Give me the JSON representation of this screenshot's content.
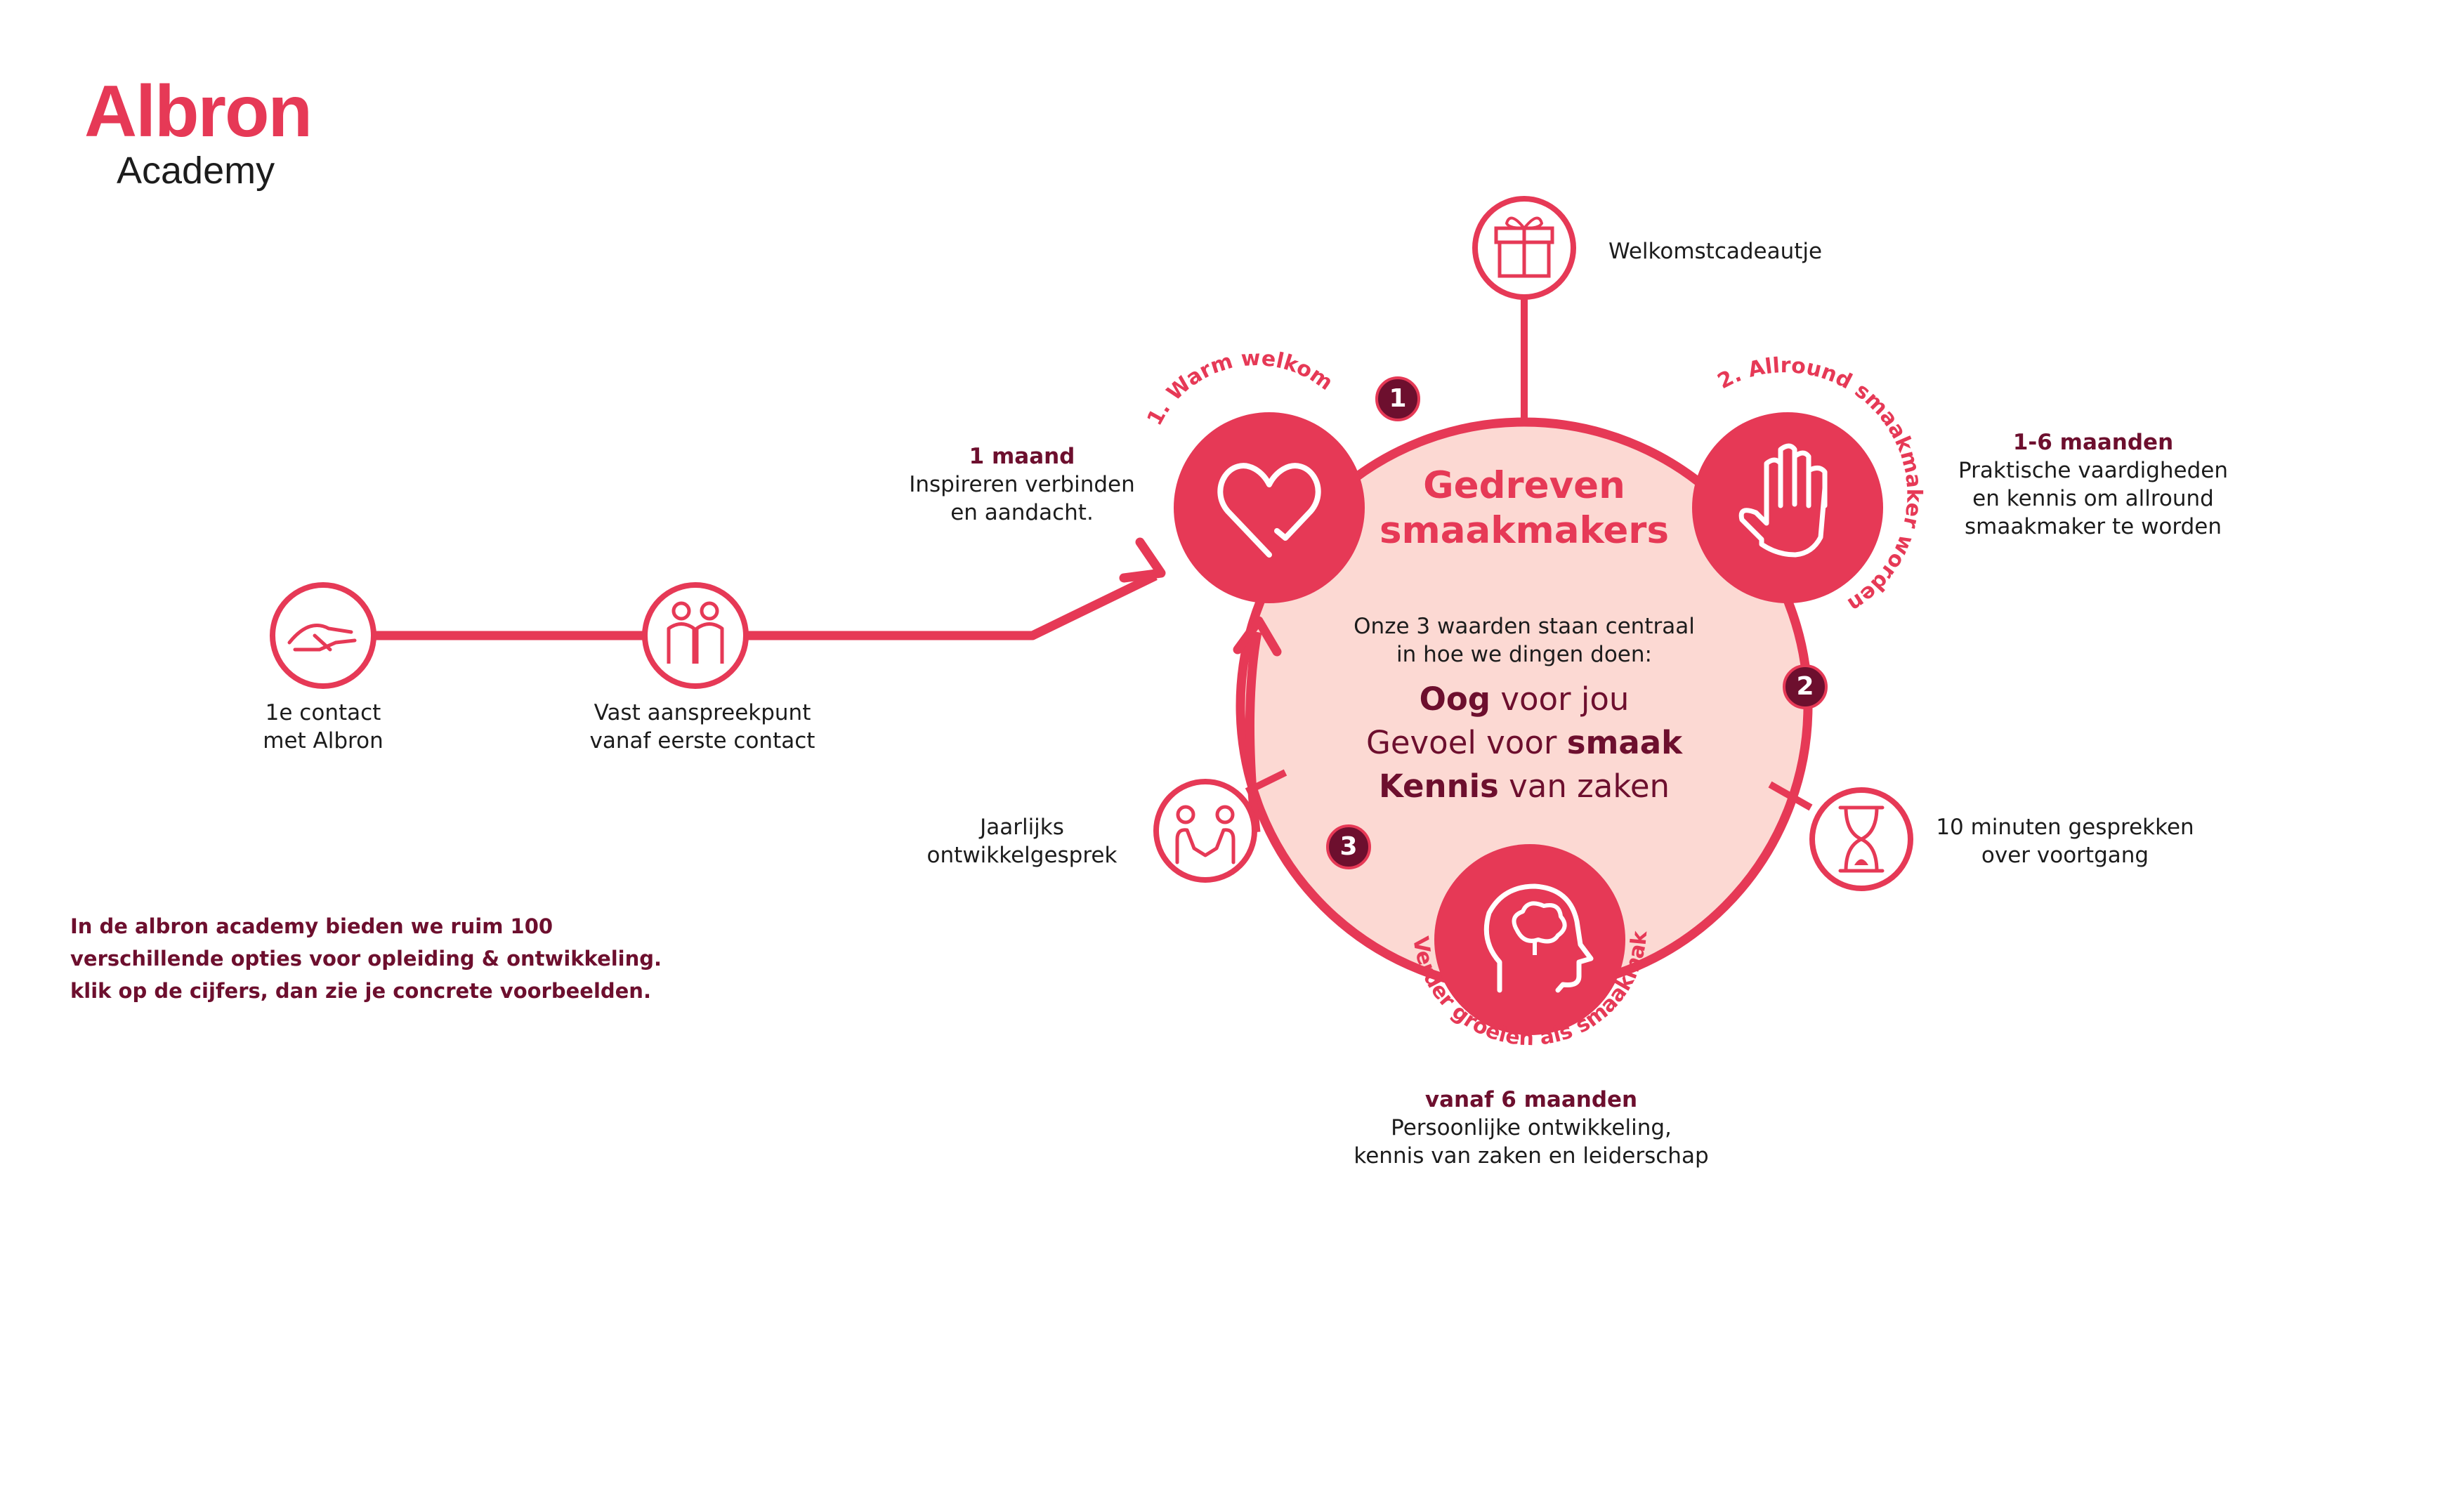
{
  "brand": {
    "name": "Albron",
    "sub": "Academy"
  },
  "colors": {
    "accent": "#e63956",
    "dark": "#6d0f2e",
    "fill": "#fcd9d3",
    "ring": "#e63956"
  },
  "intro": "In de albron academy bieden we ruim 100 verschillende opties voor opleiding & ontwikkeling. klik op de cijfers, dan zie je concrete voorbeelden.",
  "timeline": {
    "first_contact": {
      "line1": "1e contact",
      "line2": "met Albron",
      "icon": "handshake-icon"
    },
    "contact_point": {
      "line1": "Vast aanspreekpunt",
      "line2": "vanaf eerste contact",
      "icon": "two-people-icon"
    }
  },
  "center": {
    "title1": "Gedreven",
    "title2": "smaakmakers",
    "lead1": "Onze 3 waarden staan centraal",
    "lead2": "in hoe we dingen doen:",
    "values": [
      {
        "bold": "Oog",
        "rest": " voor jou",
        "bold_first": true
      },
      {
        "bold": "smaak",
        "rest": "Gevoel voor ",
        "bold_first": false
      },
      {
        "bold": "Kennis",
        "rest": " van zaken",
        "bold_first": true
      }
    ]
  },
  "phases": [
    {
      "number": "1",
      "arc_label": "1. Warm welkom",
      "icon": "heart-icon",
      "period": "1 maand",
      "desc1": "Inspireren verbinden",
      "desc2": "en aandacht.",
      "desc3": ""
    },
    {
      "number": "2",
      "arc_label": "2. Allround smaakmaker worden",
      "icon": "hand-icon",
      "period": "1-6 maanden",
      "desc1": "Praktische vaardigheden",
      "desc2": "en kennis om allround",
      "desc3": "smaakmaker te worden"
    },
    {
      "number": "3",
      "arc_label": "3. Verder groeien als smaakmaker",
      "icon": "head-icon",
      "period": "vanaf 6 maanden",
      "desc1": "Persoonlijke ontwikkeling,",
      "desc2": "kennis van zaken en leiderschap",
      "desc3": ""
    }
  ],
  "satellites": {
    "gift": {
      "label": "Welkomstcadeautje",
      "icon": "gift-icon"
    },
    "hourglass": {
      "line1": "10 minuten gesprekken",
      "line2": "over voortgang",
      "icon": "hourglass-icon"
    },
    "yearly": {
      "line1": "Jaarlijks",
      "line2": "ontwikkelgesprek",
      "icon": "conversation-icon"
    }
  }
}
